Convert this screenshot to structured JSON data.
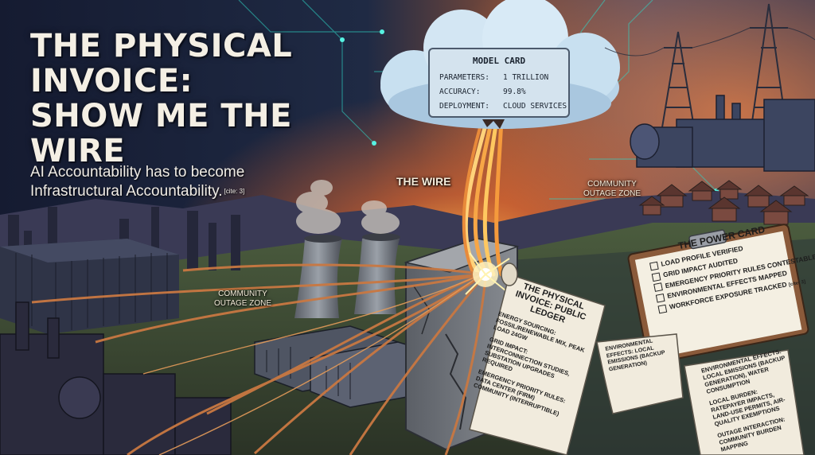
{
  "headline": {
    "title": "THE PHYSICAL INVOICE: SHOW ME THE WIRE",
    "subtitle": "AI Accountability has to become Infrastructural Accountability.",
    "cite": "[cite: 3]"
  },
  "model_card": {
    "title": "MODEL CARD",
    "rows": [
      {
        "key": "PARAMETERS:",
        "value": "1 TRILLION"
      },
      {
        "key": "ACCURACY:",
        "value": "99.8%"
      },
      {
        "key": "DEPLOYMENT:",
        "value": "CLOUD SERVICES"
      }
    ]
  },
  "labels": {
    "wire": "THE WIRE",
    "outage_right": "COMMUNITY OUTAGE ZONE",
    "outage_left": "COMMUNITY OUTAGE ZONE"
  },
  "ledger": {
    "title": "THE PHYSICAL INVOICE: PUBLIC LEDGER",
    "sections": [
      "ENERGY SOURCING: FOSSIL/RENEWABLE MIX, PEAK LOAD 24GW",
      "GRID IMPACT: INTERCONNECTION STUDIES, SUBSTATION UPGRADES REQUIRED",
      "EMERGENCY PRIORITY RULES: DATA CENTER (FIRM) COMMUNITY (INTERRUPTIBLE)"
    ]
  },
  "scroll_mid": {
    "text": "ENVIRONMENTAL EFFECTS: LOCAL EMISSIONS (BACKUP GENERATION)"
  },
  "scroll_right": {
    "sections": [
      "ENVIRONMENTAL EFFECTS: LOCAL EMISSIONS (BACKUP GENERATION), WATER CONSUMPTION",
      "LOCAL BURDEN: RATEPAYER IMPACTS, LAND-USE PERMITS, AIR-QUALITY EXEMPTIONS",
      "OUTAGE INTERACTION: COMMUNITY BURDEN MAPPING"
    ]
  },
  "power_card": {
    "title": "THE POWER CARD",
    "items": [
      "LOAD PROFILE VERIFIED",
      "GRID IMPACT AUDITED",
      "EMERGENCY PRIORITY RULES CONTESTABLE",
      "ENVIRONMENTAL EFFECTS MAPPED",
      "WORKFORCE EXPOSURE TRACKED"
    ],
    "cite": "[cite: 3]"
  }
}
